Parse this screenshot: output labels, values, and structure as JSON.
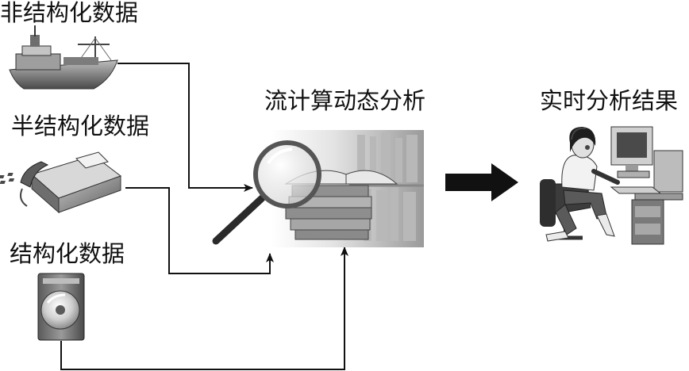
{
  "diagram": {
    "sources": {
      "unstructured": "非结构化数据",
      "semi_structured": "半结构化数据",
      "structured": "结构化数据"
    },
    "process": "流计算动态分析",
    "result": "实时分析结果"
  },
  "colors": {
    "line": "#111111",
    "icon_dark": "#3a3a3a",
    "icon_mid": "#8a8a8a",
    "icon_light": "#d6d6d6"
  },
  "icons": [
    "ship-icon",
    "fax-machine-icon",
    "database-disk-icon",
    "magnifier-books-icon",
    "arrow-right-icon",
    "analyst-computer-icon"
  ]
}
